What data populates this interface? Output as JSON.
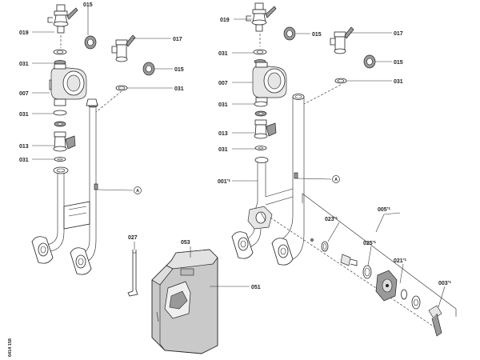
{
  "labels": {
    "l015a": "015",
    "l019a": "019",
    "l017a": "017",
    "l015b": "015",
    "l031a": "031",
    "l031b": "031",
    "l007a": "007",
    "l031c": "031",
    "l013a": "013",
    "l031d": "031",
    "l019b": "019",
    "l015c": "015",
    "l017b": "017",
    "l031e": "031",
    "l015d": "015",
    "l007b": "007",
    "l031f": "031",
    "l031g": "031",
    "l013b": "013",
    "l031h": "031",
    "l001": "001",
    "l005": "005",
    "l023": "023",
    "l025": "025",
    "l021": "021",
    "l003": "003",
    "l027": "027",
    "l053": "053",
    "l051": "051"
  },
  "superscript": "*1",
  "callout": "A",
  "doc_code": "6414 158"
}
